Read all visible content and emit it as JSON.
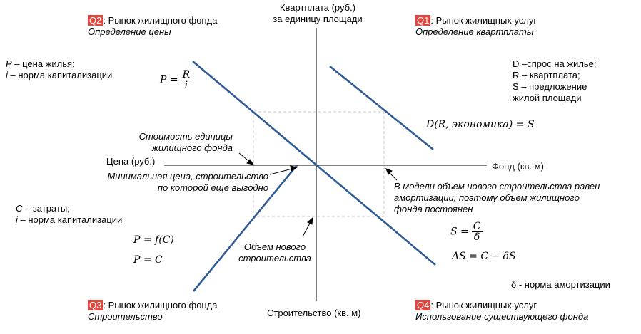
{
  "colors": {
    "curve": "#2e5a95",
    "axis": "#000000",
    "dash": "#c8c8c8",
    "tag": "#e0473f"
  },
  "axes": {
    "top_label_1": "Квартплата (руб.)",
    "top_label_2": "за единицу площади",
    "right_label": "Фонд (кв. м)",
    "bottom_label": "Строительство (кв. м)",
    "left_label": "Цена (руб.)"
  },
  "q1": {
    "tag": "Q1",
    "title": ": Рынок жилищных услуг",
    "subtitle": "Определение квартплаты"
  },
  "q2": {
    "tag": "Q2",
    "title": ": Рынок жилищного фонда",
    "subtitle": "Определение цены"
  },
  "q3": {
    "tag": "Q3",
    "title": ": Рынок жилищного фонда",
    "subtitle": "Строительство"
  },
  "q4": {
    "tag": "Q4",
    "title": ": Рынок жилищных услуг",
    "subtitle": "Использование существующего фонда"
  },
  "legend_left_top": {
    "line1_var": "P",
    "line1_rest": " – цена жилья;",
    "line2_var": "i",
    "line2_rest": " – норма капитализации"
  },
  "legend_left_bottom": {
    "line1_var": "C",
    "line1_rest": " – затраты;",
    "line2_var": "i",
    "line2_rest": " – норма капитализации"
  },
  "legend_right_top": {
    "line1": "D –спрос на жилье;",
    "line2": "R – квартплата;",
    "line3": "S – предложение",
    "line4": "жилой площади"
  },
  "legend_right_bottom": "δ - норма амортизации",
  "formulas": {
    "p_lhs": "P =",
    "p_num": "R",
    "p_den": "i",
    "d_eq": "D(R, экономика) = S",
    "pf": "P = f(C)",
    "pc": "P = C",
    "s_lhs": "S =",
    "s_num": "C",
    "s_den": "δ",
    "ds": "ΔS = C − δS"
  },
  "annotations": {
    "unit_value_1": "Стоимость единицы",
    "unit_value_2": "жилищного фонда",
    "min_price_1": "Минимальная цена, строительство",
    "min_price_2": "по которой еще выгодно",
    "new_volume_1": "Объем нового",
    "new_volume_2": "строительства",
    "model_1": "В модели объем нового строительства равен",
    "model_2": "амортизации, поэтому объем жилищного",
    "model_3": "фонда постоянен"
  }
}
